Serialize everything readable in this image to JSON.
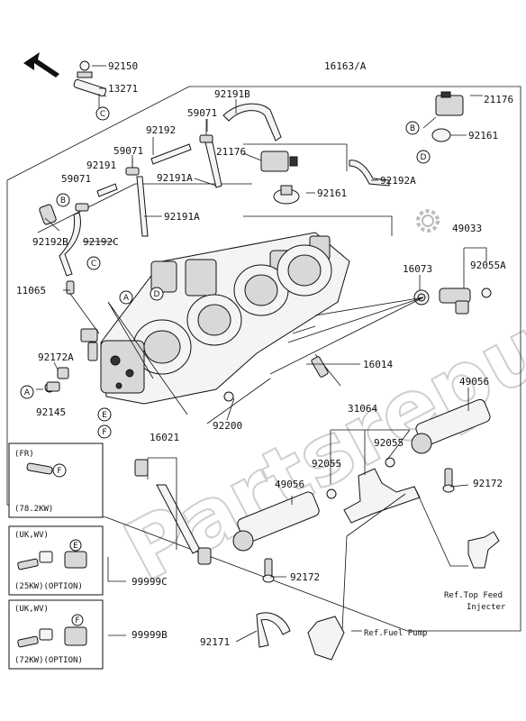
{
  "diagram": {
    "watermark": "Partsrepublik",
    "parts": {
      "p92150": "92150",
      "p13271": "13271",
      "p16163A": "16163/A",
      "p21176a": "21176",
      "p92161a": "92161",
      "p92191B": "92191B",
      "p59071a": "59071",
      "p92192": "92192",
      "p59071b": "59071",
      "p92191": "92191",
      "p59071c": "59071",
      "p21176b": "21176",
      "p92191Aa": "92191A",
      "p92161b": "92161",
      "p92192A": "92192A",
      "p92191Ab": "92191A",
      "p92192B": "92192B",
      "p92192C": "92192C",
      "p49033": "49033",
      "p16073": "16073",
      "p92055A": "92055A",
      "p11065": "11065",
      "p92172A": "92172A",
      "p16014": "16014",
      "p92145": "92145",
      "p49056a": "49056",
      "p31064": "31064",
      "p92200": "92200",
      "p16021": "16021",
      "p92055a": "92055",
      "p92055b": "92055",
      "p92172a": "92172",
      "p49056b": "49056",
      "p99999C": "99999C",
      "p92172b": "92172",
      "p99999B": "99999B",
      "p92171": "92171"
    },
    "refs": {
      "top_feed_line1": "Ref.Top Feed",
      "top_feed_line2": "Injecter",
      "fuel_pump": "Ref.Fuel Pump"
    },
    "callouts": {
      "A": "A",
      "B": "B",
      "C": "C",
      "D": "D",
      "E": "E",
      "F": "F"
    },
    "insets": {
      "fr": {
        "head": "(FR)",
        "foot": "(78.2KW)"
      },
      "uk25": {
        "head": "(UK,WV)",
        "foot": "(25KW)(OPTION)"
      },
      "uk72": {
        "head": "(UK,WV)",
        "foot": "(72KW)(OPTION)"
      }
    }
  }
}
